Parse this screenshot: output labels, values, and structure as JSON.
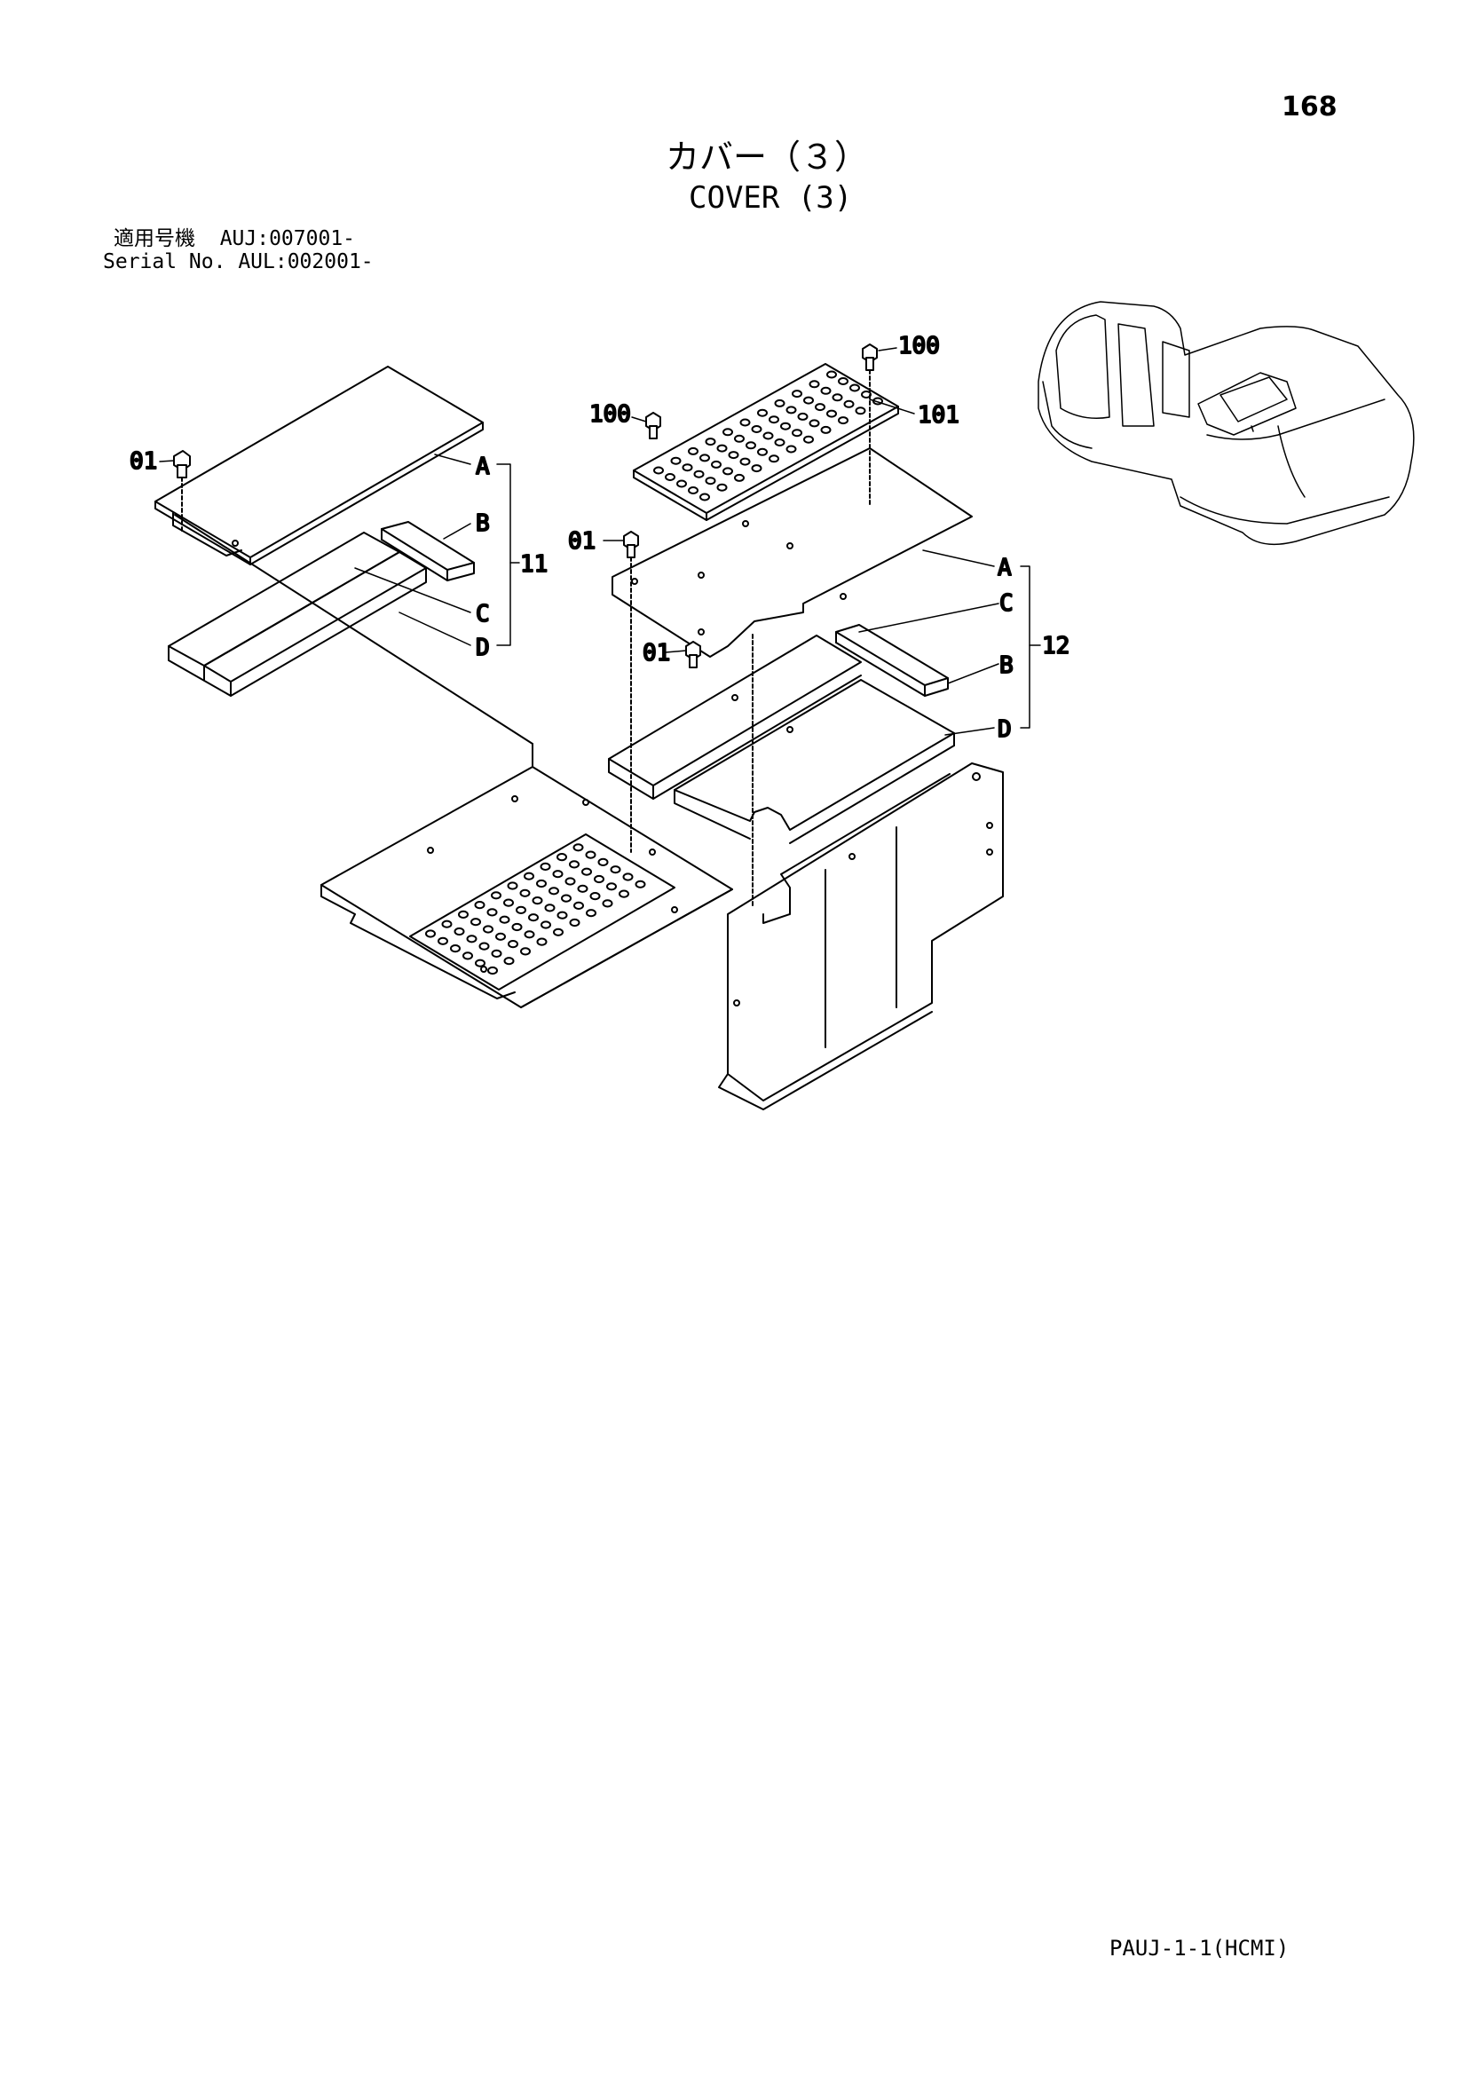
{
  "header": {
    "page_number": "168",
    "title_jp": "カバー（３）",
    "title_en": "COVER (3)",
    "serial_jp": "適用号機  AUJ:007001-",
    "serial_en": "Serial No. AUL:002001-"
  },
  "callouts": {
    "left_bolt": "01",
    "left_group": "11",
    "left_a": "A",
    "left_b": "B",
    "left_c": "C",
    "left_d": "D",
    "bolt_100_top": "100",
    "bolt_100_left": "100",
    "plate_101": "101",
    "center_bolt_upper": "01",
    "center_bolt_lower": "01",
    "right_group": "12",
    "right_a": "A",
    "right_b": "B",
    "right_c": "C",
    "right_d": "D"
  },
  "footer": {
    "code": "PAUJ-1-1(HCMI)"
  }
}
